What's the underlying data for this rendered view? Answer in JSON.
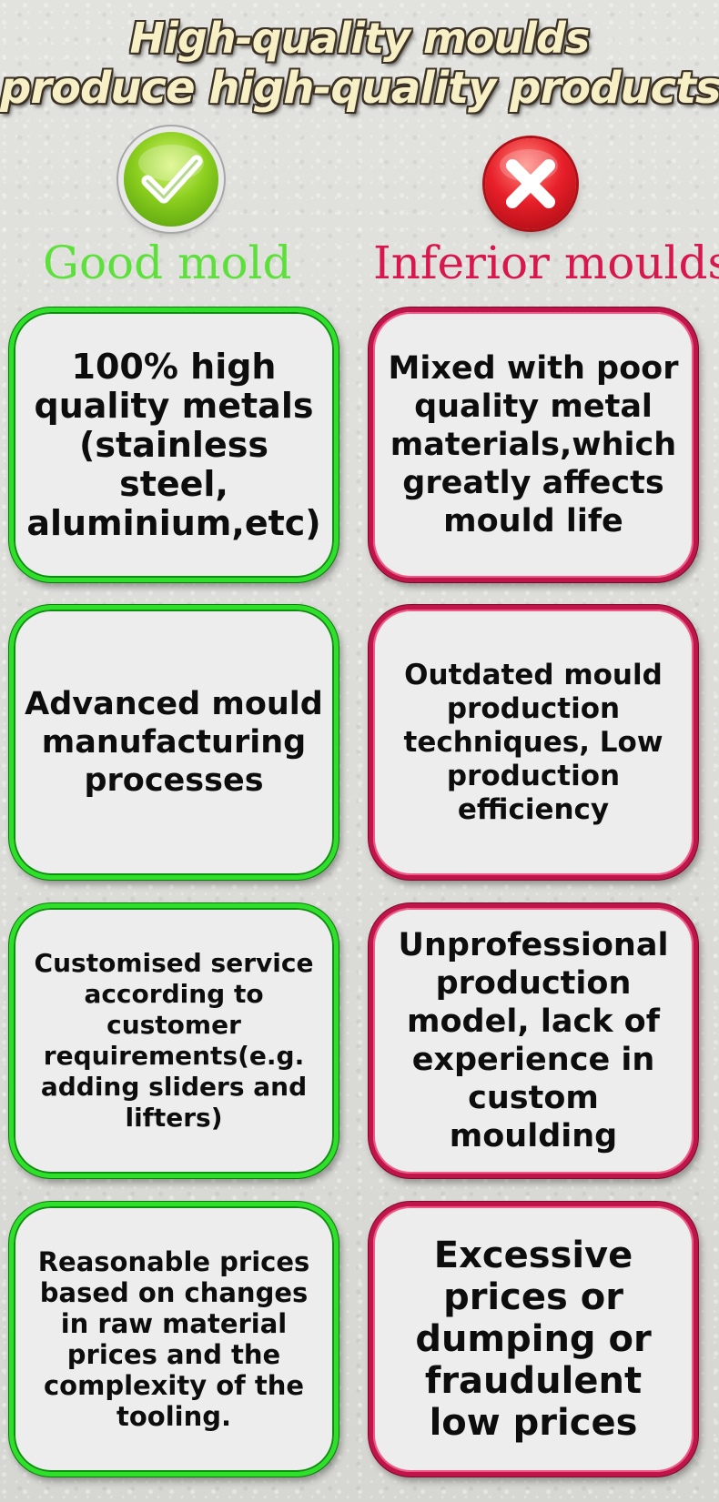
{
  "title": {
    "line1": "High-quality moulds",
    "line2": "produce high-quality products"
  },
  "columns": {
    "good": {
      "heading": "Good mold",
      "icon": "checkmark-icon",
      "color": "#5ee03c"
    },
    "bad": {
      "heading": "Inferior moulds",
      "icon": "cross-icon",
      "color": "#d8184c"
    }
  },
  "rows": [
    {
      "good": "100% high quality metals (stainless steel, aluminium,etc)",
      "bad": "Mixed with poor quality metal materials,which greatly affects mould life"
    },
    {
      "good": "Advanced mould manufacturing processes",
      "bad": "Outdated mould production techniques, Low production efficiency"
    },
    {
      "good": "Customised service according to customer requirements(e.g. adding sliders and lifters)",
      "bad": "Unprofessional production model, lack of experience in custom moulding"
    },
    {
      "good": "Reasonable prices based on changes in raw material prices and the complexity of the tooling.",
      "bad": "Excessive prices or dumping or fraudulent low prices"
    }
  ]
}
